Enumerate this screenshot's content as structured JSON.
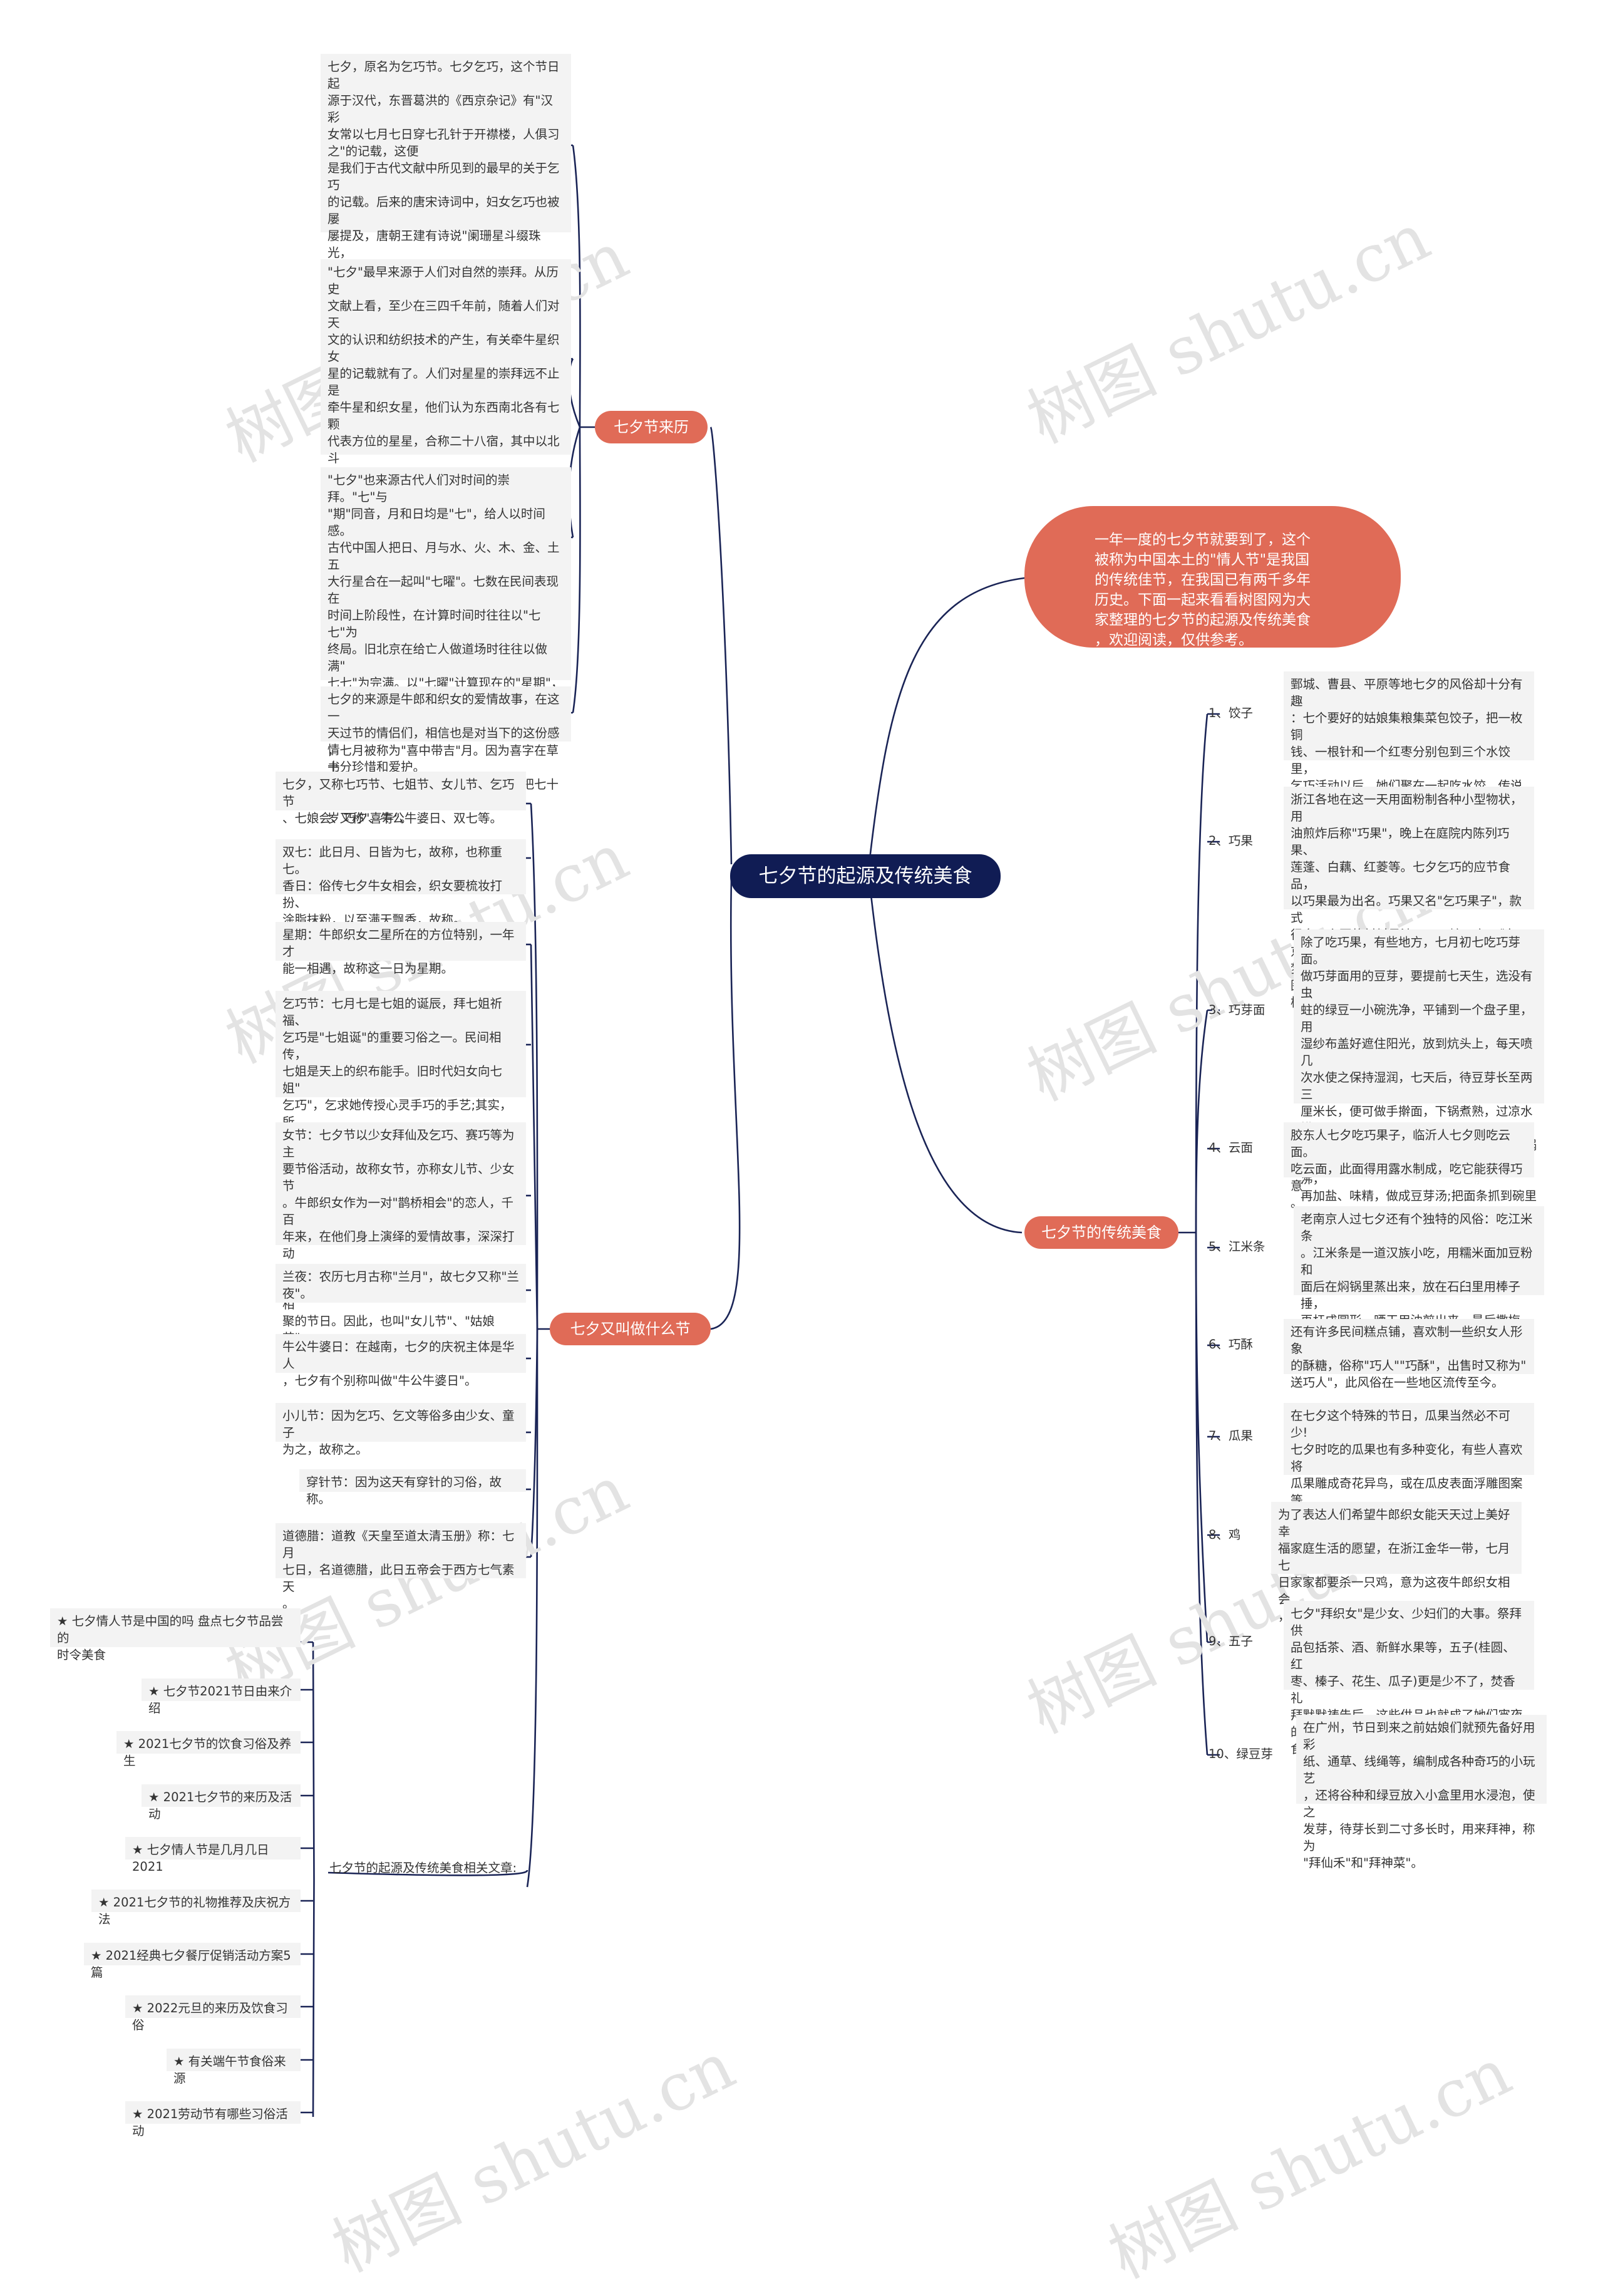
{
  "root": "七夕节的起源及传统美食",
  "intro": "一年一度的七夕节就要到了，这个\n被称为中国本土的\"情人节\"是我国\n的传统佳节，在我国已有两千多年\n历史。下面一起来看看树图网为大\n家整理的七夕节的起源及传统美食\n，欢迎阅读，仅供参考。",
  "watermark": "树图 shutu.cn",
  "origin": {
    "title": "七夕节来历",
    "texts": [
      "七夕，原名为乞巧节。七夕乞巧，这个节日起\n源于汉代，东晋葛洪的《西京杂记》有\"汉彩\n女常以七月七日穿七孔针于开襟楼，人俱习之\"的记载，这便\n是我们于古代文献中所见到的最早的关于乞巧\n的记载。后来的唐宋诗词中，妇女乞巧也被屡\n屡提及，唐朝王建有诗说\"阑珊星斗缀珠光，\n七夕宫娥乞巧忙\"。据《开元天宝遗事》载：\n唐太宗与妃子每逢七夕在清宫夜宴，宫女们各\n自乞巧，这一习俗在民间也经久不衰，代代延\n续。",
      "\"七夕\"最早来源于人们对自然的崇拜。从历史\n文献上看，至少在三四千年前，随着人们对天\n文的认识和纺织技术的产生，有关牵牛星织女\n星的记载就有了。人们对星星的崇拜远不止是\n牵牛星和织女星，他们认为东西南北各有七颗\n代表方位的星星，合称二十八宿，其中以北斗\n七星最亮，可供夜间辨别方向。北斗七星的第\n一颗星叫魁星，又称魁首。后来，有了科举制\n度，中状元叫\"大魁天下士\"，读书人把七夕叫\n\"魁星节\"，又称\"晒书节\"，保持了最早七夕来\n源于星宿崇拜的痕迹。",
      "\"七夕\"也来源古代人们对时间的崇拜。\"七\"与\n\"期\"同音，月和日均是\"七\"，给人以时间感。\n古代中国人把日、月与水、火、木、金、土五\n大行星合在一起叫\"七曜\"。七数在民间表现在\n时间上阶段性，在计算时间时往往以\"七七\"为\n终局。旧北京在给亡人做道场时往往以做满\"\n七七\"为完满。以\"七曜\"计算现在的\"星期\"，\n在日语中尚有保留。\"七\"又与\"吉\"谐音，\"七\n七\"又有双吉之意，是个吉利的日子。在台湾\n，七月被称为\"喜中带吉\"月。因为喜字在草书\n中的形状好似连写的\"七十七\"，所以把七十七\n岁又称\"喜寿\"。",
      "七夕的来源是牛郎和织女的爱情故事，在这一\n天过节的情侣们，相信也是对当下的这份感情\n十分珍惜和爱护。"
    ]
  },
  "names": {
    "title": "七夕又叫做什么节",
    "texts": [
      "七夕，又称七巧节、七姐节、女儿节、乞巧节\n、七娘会、巧夕、牛公牛婆日、双七等。",
      "双七：此日月、日皆为七，故称，也称重七。\n香日：俗传七夕牛女相会，织女要梳妆打扮、\n涂脂抹粉，以至满天飘香，故称。",
      "星期：牛郎织女二星所在的方位特别，一年才\n能一相遇，故称这一日为星期。",
      "乞巧节：七月七是七姐的诞辰，拜七姐祈福、\n乞巧是\"七姐诞\"的重要习俗之一。民间相传，\n七姐是天上的织布能手。旧时代妇女向七姐\"\n乞巧\"，乞求她传授心灵手巧的手艺;其实，所\n谓\"乞巧\"不过是\"斗巧\"。因\"乞巧\"是七姐诞的\n一项重要风俗，故又称\"乞巧节\"。",
      "女节：七夕节以少女拜仙及乞巧、赛巧等为主\n要节俗活动，故称女节，亦称女儿节、少女节\n。牛郎织女作为一对\"鹊桥相会\"的恋人，千百\n年来，在他们身上演绎的爱情故事，深深打动\n了一代代人们的心灵;因此，七夕节也是千千\n万万女儿、姑娘寄托爱情梦想、渴望与情人相\n聚的节日。因此，也叫\"女儿节\"、\"姑娘节\"。",
      "兰夜：农历七月古称\"兰月\"，故七夕又称\"兰\n夜\"。",
      "牛公牛婆日：在越南，七夕的庆祝主体是华人\n，七夕有个别称叫做\"牛公牛婆日\"。",
      "小儿节：因为乞巧、乞文等俗多由少女、童子\n为之，故称之。",
      "穿针节：因为这天有穿针的习俗，故称。",
      "道德腊：道教《天皇至道太清玉册》称：七月\n七日，名道德腊，此日五帝会于西方七气素天\n。"
    ]
  },
  "related": {
    "title": "七夕节的起源及传统美食相关文章:",
    "items": [
      "★ 七夕情人节是中国的吗 盘点七夕节品尝的\n时令美食",
      "★ 七夕节2021节日由来介绍",
      "★ 2021七夕节的饮食习俗及养生",
      "★ 2021七夕节的来历及活动",
      "★ 七夕情人节是几月几日2021",
      "★ 2021七夕节的礼物推荐及庆祝方法",
      "★ 2021经典七夕餐厅促销活动方案5篇",
      "★ 2022元旦的来历及饮食习俗",
      "★ 有关端午节食俗来源",
      "★ 2021劳动节有哪些习俗活动"
    ]
  },
  "food": {
    "title": "七夕节的传统美食",
    "items": [
      {
        "label": "1、饺子",
        "text": "鄄城、曹县、平原等地七夕的风俗却十分有趣\n：七个要好的姑娘集粮集菜包饺子，把一枚铜\n钱、一根针和一个红枣分别包到三个水饺里，\n乞巧活动以后，她们聚在一起吃水饺，传说吃\n到钱的有福，吃到针的手巧，吃到枣的早婚。"
      },
      {
        "label": "2、巧果",
        "text": "浙江各地在这一天用面粉制各种小型物状，用\n油煎炸后称\"巧果\"，晚上在庭院内陈列巧果、\n莲蓬、白藕、红菱等。七夕乞巧的应节食品，\n以巧果最为出名。巧果又名\"乞巧果子\"，款式\n很多。主要的材料是油、面、糖、蜜。《东京\n梦华录》中称之为\"笑厌儿\"、\"果食花样\"，图\n样则有捺香、方胜等。"
      },
      {
        "label": "3、巧芽面",
        "text": "除了吃巧果，有些地方，七月初七吃巧芽面。\n做巧芽面用的豆芽，要提前七天生，选没有虫\n蛀的绿豆一小碗洗净，平铺到一个盘子里，用\n湿纱布盖好遮住阳光，放到炕头上，每天喷几\n次水使之保持湿润，七天后，待豆芽长至两三\n厘米长，便可做手擀面，下锅煮熟，过凉水捞\n透;然后热锅坐油，加肉丁炒熟，葱、姜爆锅\n，酱油、醋炝锅，放绿豆芽炒熟，加水煮沸，\n再加盐、味精，做成豆芽汤;把面条抓到碗里\n，浇上豆芽汤即可食之。"
      },
      {
        "label": "4、云面",
        "text": "胶东人七夕吃巧果子，临沂人七夕则吃云面。\n吃云面，此面得用露水制成，吃它能获得巧意\n。"
      },
      {
        "label": "5、江米条",
        "text": "老南京人过七夕还有个独特的风俗：吃江米条\n。江米条是一道汉族小吃，用糯米面加豆粉和\n面后在焖锅里蒸出来，放在石臼里用棒子捶，\n再杆成圆形，晒干用油煎出来，最后撒梅花、\n松花、芝麻等豆沙制作而成的一种食品。"
      },
      {
        "label": "6、巧酥",
        "text": "还有许多民间糕点铺，喜欢制一些织女人形象\n的酥糖，俗称\"巧人\"\"巧酥\"，出售时又称为\"\n送巧人\"，此风俗在一些地区流传至今。"
      },
      {
        "label": "7、瓜果",
        "text": "在七夕这个特殊的节日，瓜果当然必不可少!\n七夕时吃的瓜果也有多种变化，有些人喜欢将\n瓜果雕成奇花异鸟，或在瓜皮表面浮雕图案等\n绘成\"花瓜\"。"
      },
      {
        "label": "8、鸡",
        "text": "为了表达人们希望牛郎织女能天天过上美好幸\n福家庭生活的愿望，在浙江金华一带，七月七\n日家家都要杀一只鸡，意为这夜牛郎织女相会\n，若无公鸡报晓，他们便能永远不分开。"
      },
      {
        "label": "9、五子",
        "text": "七夕\"拜织女\"是少女、少妇们的大事。祭拜供\n品包括茶、酒、新鲜水果等，五子(桂圆、红\n枣、榛子、花生、瓜子)更是少不了，焚香礼\n拜默默祷告后，这些供品也就成了她们宵夜的\n食物。"
      },
      {
        "label": "10、绿豆芽",
        "text": "在广州，节日到来之前姑娘们就预先备好用彩\n纸、通草、线绳等，编制成各种奇巧的小玩艺\n，还将谷种和绿豆放入小盒里用水浸泡，使之\n发芽，待芽长到二寸多长时，用来拜神，称为\n\"拜仙禾\"和\"拜神菜\"。"
      }
    ]
  },
  "colors": {
    "root": "#101c54",
    "branch": "#e06b57",
    "line": "#1a2456",
    "box": "#f3f3f3"
  }
}
